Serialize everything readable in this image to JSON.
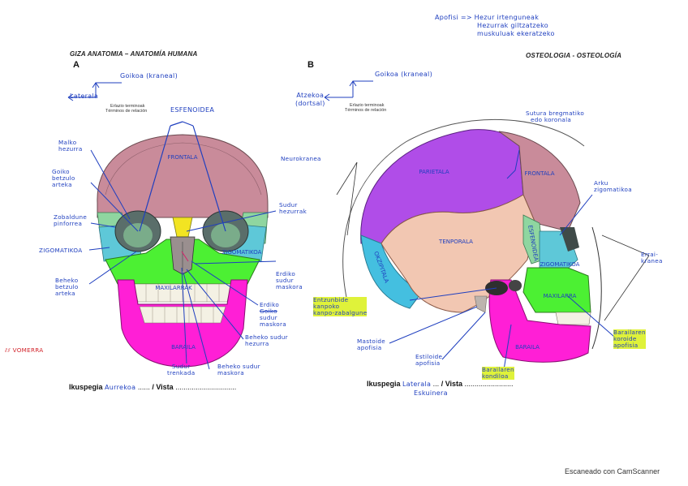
{
  "note": [
    "Apofisi => Hezur irtenguneak",
    "Hezurrak giltzatzeko",
    "muskuluak ekeratzeko"
  ],
  "header_left": "GIZA ANATOMIA – ANATOMÍA HUMANA",
  "header_right": "OSTEOLOGIA - OSTEOLOGÍA",
  "panel_a": "A",
  "panel_b": "B",
  "terms_note": [
    "Erlazio terminoak",
    "Términos de relación"
  ],
  "a": {
    "top_label": "Goikoa (kraneal)",
    "side_label": "Laterala",
    "esfenoidea": "ESFENOIDEA",
    "malko": [
      "Malko",
      "hezurra"
    ],
    "goiko": [
      "Goiko",
      "betzulo",
      "arteka"
    ],
    "zobal": [
      "Zobaldune",
      "pinforrea"
    ],
    "zigoma_left": "ZIGOMATIKOA",
    "beheko_left": [
      "Beheko",
      "betzulo",
      "arteka"
    ],
    "vomerra": "VOMERRA",
    "sudur": [
      "Sudur",
      "hezurrak"
    ],
    "erdiko": [
      "Erdiko",
      "sudur",
      "maskora"
    ],
    "erdiko2": [
      "Erdiko",
      "Goiko",
      "sudur",
      "maskora"
    ],
    "beheko_sudur": [
      "Beheko sudur",
      "hezurra"
    ],
    "sudur_trenkada": [
      "Sudur",
      "trenkada"
    ],
    "beheko_maskora": [
      "Beheko sudur",
      "maskora"
    ],
    "bones": {
      "frontala": "FRONTALA",
      "zigomatikoa": "ZIGOMATIKOA",
      "maxilarrak": "MAXILARRAK",
      "baraila": "BARAILA"
    },
    "vista_prefix": "Ikuspegia",
    "vista_value": "Aurrekoa",
    "vista_suffix": "/ Vista"
  },
  "b": {
    "top_label": "Goikoa (kraneal)",
    "side_label": [
      "Atzekoa",
      "(dortsal)"
    ],
    "sutura": [
      "Sutura bregmatiko",
      "edo koronala"
    ],
    "neurokranea": "Neurokranea",
    "arku": [
      "Arku",
      "zigomatikoa"
    ],
    "errai": [
      "Errai-",
      "kranea"
    ],
    "entzunbide": [
      "Entzunbide",
      "kanpoko",
      "kanpo-zabalgune"
    ],
    "mastoide": [
      "Mastoide",
      "apofisia"
    ],
    "estiloide": [
      "Estiloide",
      "apofisia"
    ],
    "barailaren_koroide": [
      "Barailaren",
      "koroide",
      "apofisia"
    ],
    "barailaren_kondiloa": [
      "Barailaren",
      "kondiloa"
    ],
    "bones": {
      "parietala": "PARIETALA",
      "frontala": "FRONTALA",
      "tenporala": "TENPORALA",
      "okzipitala": "OKZIPITALA",
      "esfenoidea": "ESFENOIDEA",
      "zigomatikoa": "ZIGOMATIKOA",
      "maxilarra": "MAXILARRA",
      "baraila": "BARAILA"
    },
    "vista_prefix": "Ikuspegia",
    "vista_value": "Laterala",
    "vista_suffix": "/ Vista",
    "vista_sub": "Eskuinera"
  },
  "footer": "Escaneado con CamScanner"
}
